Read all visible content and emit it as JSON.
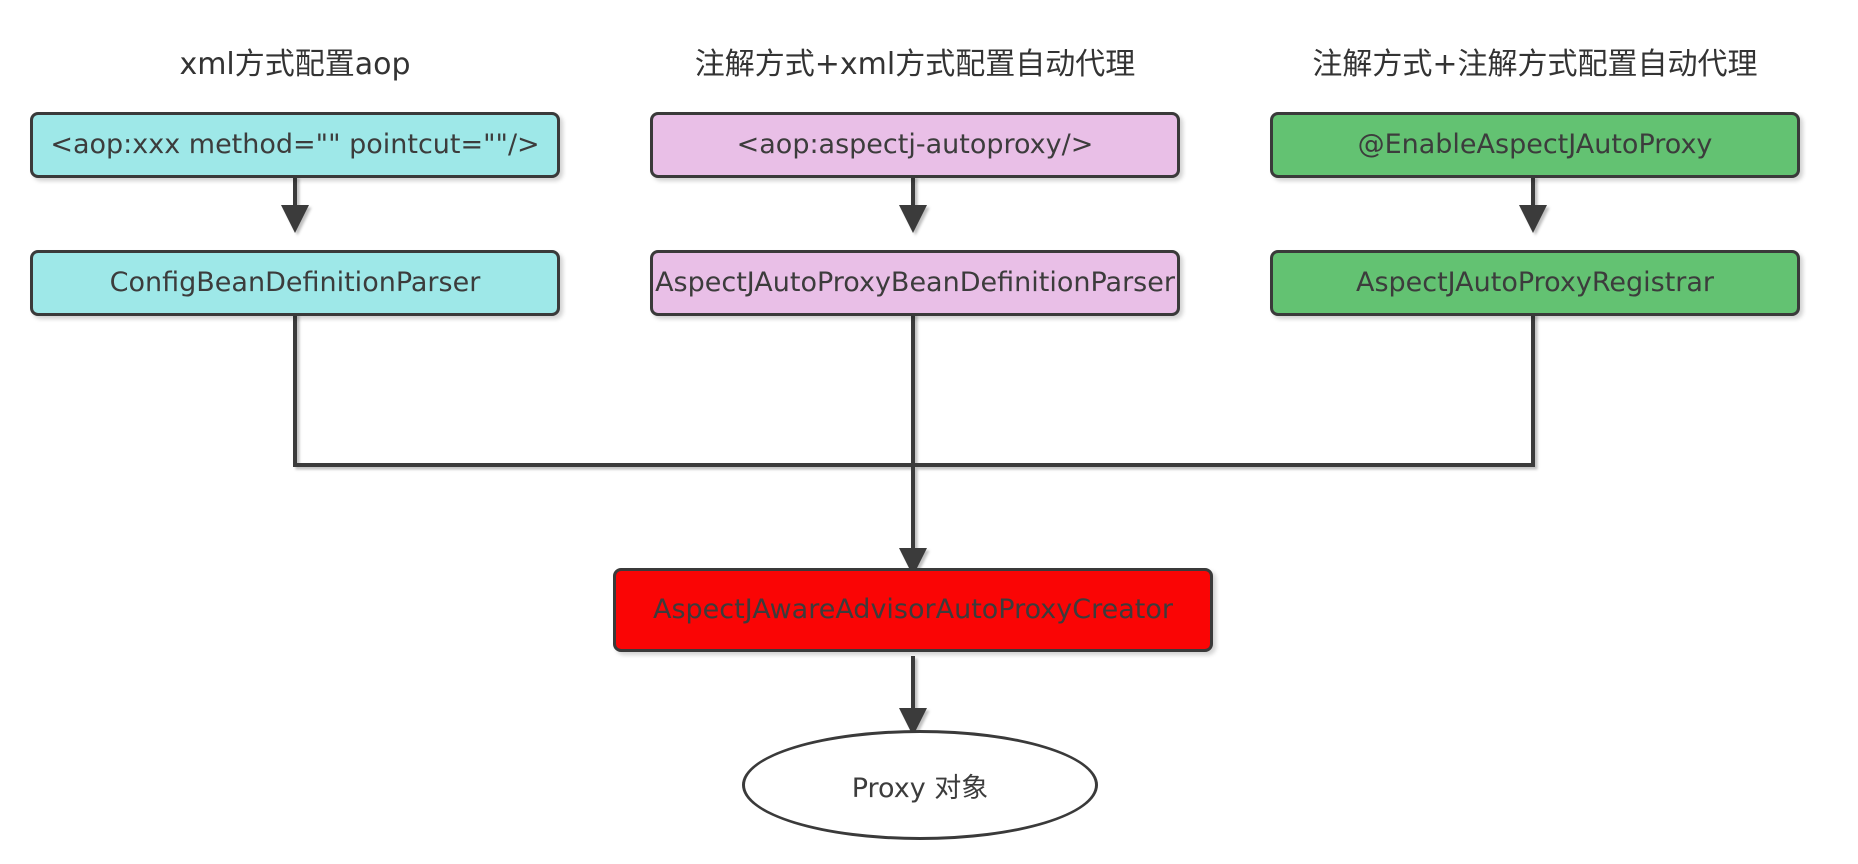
{
  "diagram": {
    "title_hidden": "Spring AOP 代理创建流程",
    "columns": [
      {
        "id": "xml",
        "title": "xml方式配置aop",
        "color": "#9ee8e8",
        "nodes": [
          {
            "label": "<aop:xxx method=\"\" pointcut=\"\"/>"
          },
          {
            "label": "ConfigBeanDefinitionParser"
          }
        ]
      },
      {
        "id": "annotation-xml",
        "title": "注解方式+xml方式配置自动代理",
        "color": "#e9bfe7",
        "nodes": [
          {
            "label": "<aop:aspectj-autoproxy/>"
          },
          {
            "label": "AspectJAutoProxyBeanDefinitionParser"
          }
        ]
      },
      {
        "id": "annotation-annotation",
        "title": "注解方式+注解方式配置自动代理",
        "color": "#63c272",
        "nodes": [
          {
            "label": "@EnableAspectJAutoProxy"
          },
          {
            "label": "AspectJAutoProxyRegistrar"
          }
        ]
      }
    ],
    "merge_node": {
      "label": "AspectJAwareAdvisorAutoProxyCreator",
      "color": "#fa0505"
    },
    "result_node": {
      "label": "Proxy 对象",
      "color": "#ffffff"
    },
    "edge_color": "#3a3a3a"
  }
}
